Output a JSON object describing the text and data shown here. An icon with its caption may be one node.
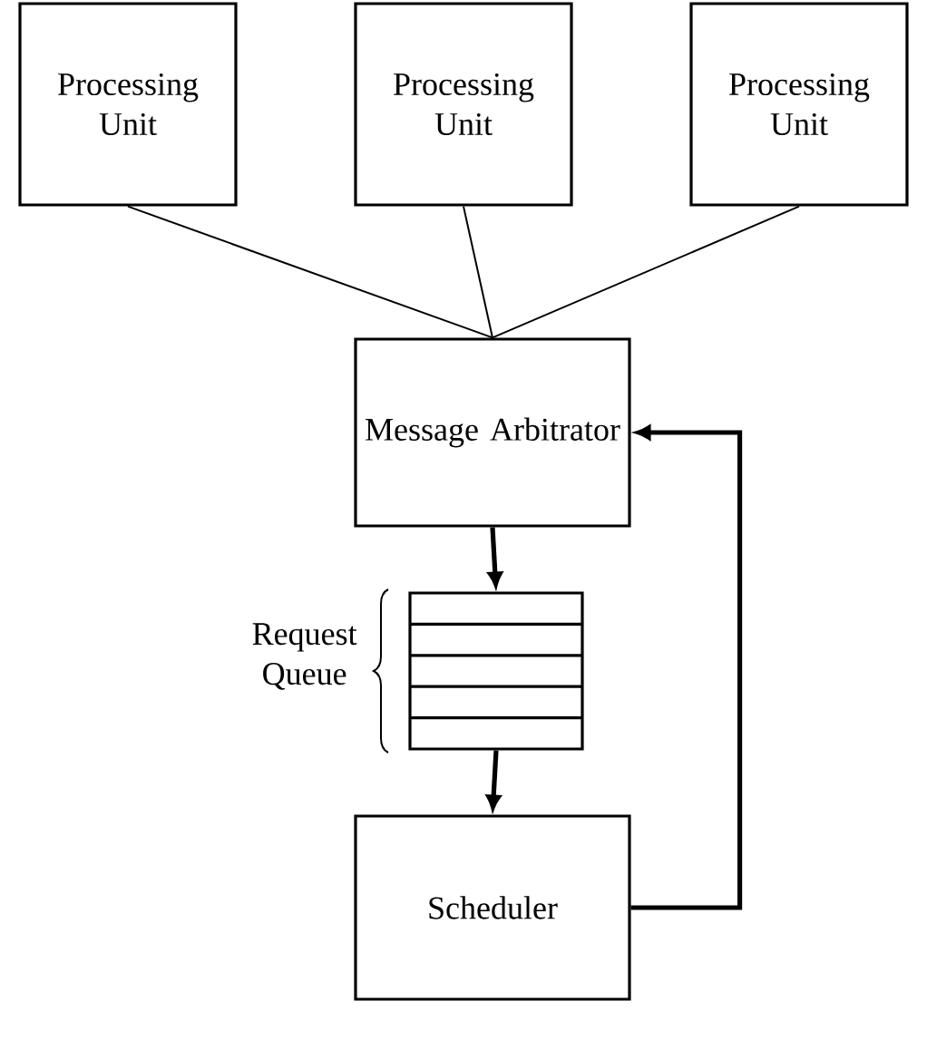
{
  "diagram": {
    "nodes": [
      {
        "text": [
          "Processing Unit"
        ]
      },
      {
        "text": [
          "Processing Unit"
        ]
      },
      {
        "text": [
          "Processing Unit"
        ]
      },
      {
        "text": [
          "Message Arbitrator"
        ]
      },
      {
        "text": [],
        "shape": "box",
        "beside": [
          "Request Queue"
        ]
      },
      {
        "text": [
          "Scheduler"
        ]
      }
    ],
    "edges": [
      {
        "from": 0,
        "to": 3,
        "arrow": "none"
      },
      {
        "from": 1,
        "to": 3,
        "arrow": "none"
      },
      {
        "from": 2,
        "to": 3,
        "arrow": "none"
      },
      {
        "from": 3,
        "to": 4,
        "arrow": "to",
        "style": "thick"
      },
      {
        "from": 4,
        "to": 5,
        "arrow": "to",
        "style": "thick"
      },
      {
        "from": 5,
        "to": 3,
        "arrow": "to",
        "style": "thick"
      }
    ]
  }
}
